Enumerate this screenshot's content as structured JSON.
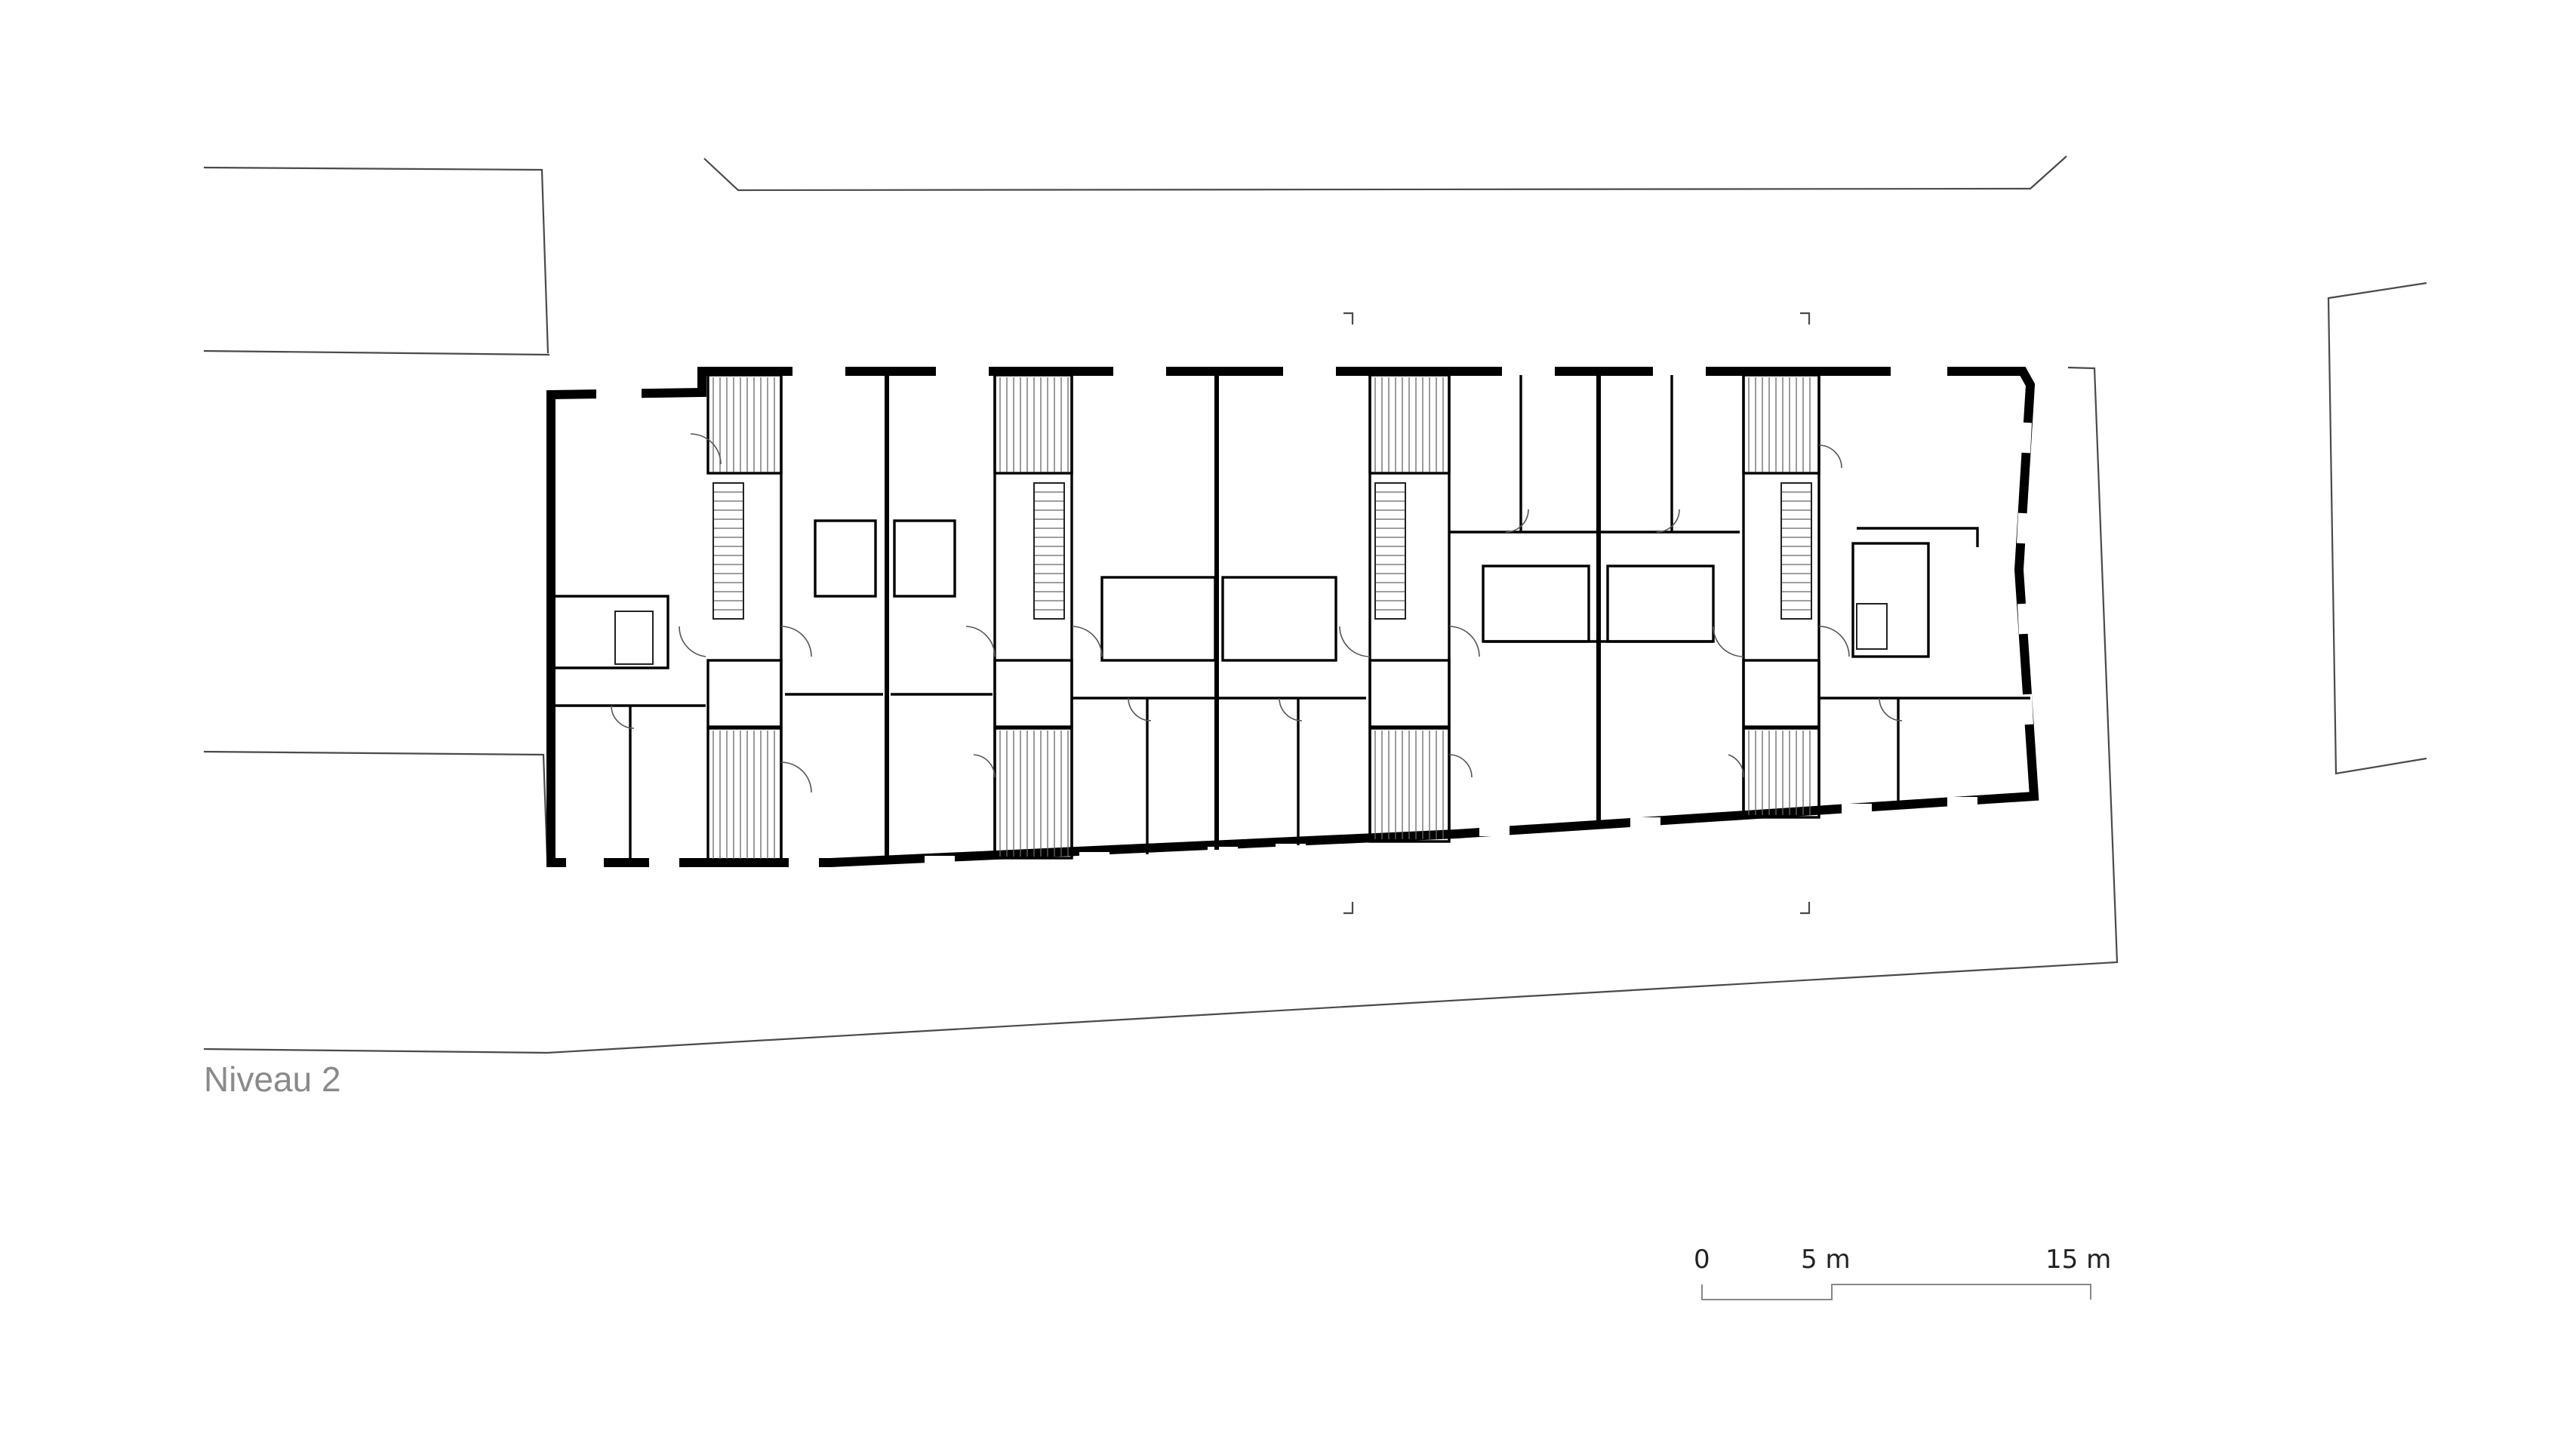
{
  "drawing": {
    "level_label": "Niveau 2",
    "scale_bar": {
      "labels": [
        "0",
        "5 m",
        "15 m"
      ]
    },
    "colors": {
      "walls": "#000000",
      "lines": "#4a4a4a",
      "label": "#8a8a8a",
      "background": "#ffffff"
    }
  }
}
